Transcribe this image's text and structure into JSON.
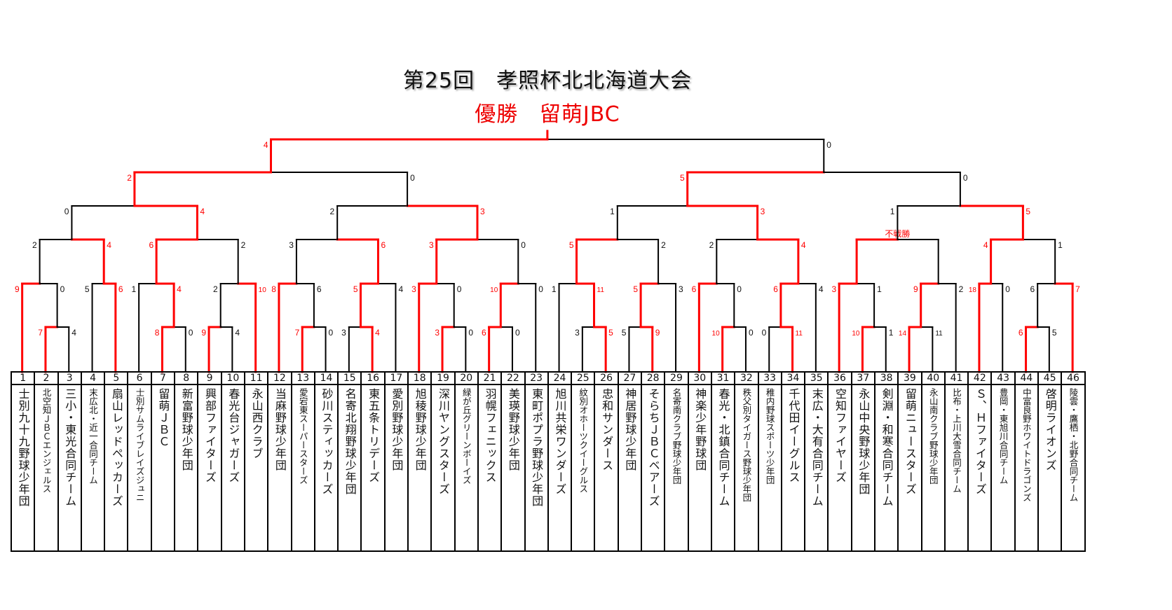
{
  "title": "第25回　孝照杯北北海道大会",
  "champion": {
    "label": "優勝",
    "team": "留萌JBC"
  },
  "colors": {
    "winner": "#ff0000",
    "line": "#000000"
  },
  "teams": [
    "士別九十九野球少年団",
    "北空知ＪＢＣエンジェルス",
    "三小・東光合同チーム",
    "末広北・近一合同チーム",
    "扇山レッドペッカーズ",
    "士別サムライブレイズジュニ",
    "留萌ＪＢＣ",
    "新富野球少年団",
    "興部ファイターズ",
    "春光台ジャガーズ",
    "永山西クラブ",
    "当麻野球少年団",
    "愛宕東スーパースターズ",
    "砂川スティッカーズ",
    "名寄北翔野球少年団",
    "東五条トリデーズ",
    "愛別野球少年団",
    "旭稜野球少年団",
    "深川ヤングスターズ",
    "緑が丘グリーンボーイズ",
    "羽幌フェニックス",
    "美瑛野球少年団",
    "東町ポプラ野球少年団",
    "旭川共栄ワンダーズ",
    "紋別オホーツクイーグルス",
    "忠和サンダース",
    "神居野球少年団",
    "そらちＪＢＣベアーズ",
    "名寄南クラブ野球少年団",
    "神楽少年野球団",
    "春光・北鎮合同チーム",
    "秩父別タイガース野球少年団",
    "稚内野球スポーツ少年団",
    "千代田イーグルス",
    "末広・大有合同チーム",
    "空知ファイヤーズ",
    "永山中央野球少年団",
    "剣淵・和寒合同チーム",
    "留萌ニュースターズ",
    "永山南クラブ野球少年団",
    "比布・上川大雪合同チーム",
    "Ｓ、Ｈファイターズ",
    "豊岡・東旭川合同チーム",
    "中富良野ホワイトドラゴンズ",
    "啓明ライオンズ",
    "陵雲・鷹栖・北野合同チーム"
  ],
  "bracket": {
    "r": 6,
    "s": [
      4,
      0
    ],
    "w": 0,
    "c": [
      {
        "r": 5,
        "s": [
          2,
          0
        ],
        "w": 0,
        "c": [
          {
            "r": 4,
            "s": [
              0,
              4
            ],
            "w": 1,
            "c": [
              {
                "r": 3,
                "s": [
                  2,
                  4
                ],
                "w": 1,
                "c": [
                  {
                    "r": 2,
                    "s": [
                      9,
                      0
                    ],
                    "w": 0,
                    "c": [
                      1,
                      {
                        "r": 1,
                        "s": [
                          7,
                          4
                        ],
                        "w": 0,
                        "c": [
                          2,
                          3
                        ]
                      }
                    ]
                  },
                  {
                    "r": 2,
                    "s": [
                      5,
                      6
                    ],
                    "w": 1,
                    "c": [
                      4,
                      5
                    ]
                  }
                ]
              },
              {
                "r": 3,
                "s": [
                  6,
                  2
                ],
                "w": 0,
                "c": [
                  {
                    "r": 2,
                    "s": [
                      1,
                      4
                    ],
                    "w": 1,
                    "c": [
                      6,
                      {
                        "r": 1,
                        "s": [
                          8,
                          0
                        ],
                        "w": 0,
                        "c": [
                          7,
                          8
                        ]
                      }
                    ]
                  },
                  {
                    "r": 2,
                    "s": [
                      2,
                      10
                    ],
                    "w": 1,
                    "c": [
                      {
                        "r": 1,
                        "s": [
                          9,
                          4
                        ],
                        "w": 0,
                        "c": [
                          9,
                          10
                        ]
                      },
                      11
                    ]
                  }
                ]
              }
            ]
          },
          {
            "r": 4,
            "s": [
              2,
              3
            ],
            "w": 1,
            "c": [
              {
                "r": 3,
                "s": [
                  3,
                  6
                ],
                "w": 1,
                "c": [
                  {
                    "r": 2,
                    "s": [
                      8,
                      6
                    ],
                    "w": 0,
                    "c": [
                      12,
                      {
                        "r": 1,
                        "s": [
                          7,
                          0
                        ],
                        "w": 0,
                        "c": [
                          13,
                          14
                        ]
                      }
                    ]
                  },
                  {
                    "r": 2,
                    "s": [
                      5,
                      4
                    ],
                    "w": 0,
                    "c": [
                      {
                        "r": 1,
                        "s": [
                          3,
                          4
                        ],
                        "w": 1,
                        "c": [
                          15,
                          16
                        ]
                      },
                      17
                    ]
                  }
                ]
              },
              {
                "r": 3,
                "s": [
                  3,
                  0
                ],
                "w": 0,
                "c": [
                  {
                    "r": 2,
                    "s": [
                      3,
                      0
                    ],
                    "w": 0,
                    "c": [
                      18,
                      {
                        "r": 1,
                        "s": [
                          3,
                          0
                        ],
                        "w": 0,
                        "c": [
                          19,
                          20
                        ]
                      }
                    ]
                  },
                  {
                    "r": 2,
                    "s": [
                      10,
                      0
                    ],
                    "w": 0,
                    "c": [
                      {
                        "r": 1,
                        "s": [
                          6,
                          0
                        ],
                        "w": 0,
                        "c": [
                          21,
                          22
                        ]
                      },
                      23
                    ]
                  }
                ]
              }
            ]
          }
        ]
      },
      {
        "r": 5,
        "s": [
          5,
          0
        ],
        "w": 0,
        "c": [
          {
            "r": 4,
            "s": [
              1,
              3
            ],
            "w": 1,
            "c": [
              {
                "r": 3,
                "s": [
                  5,
                  2
                ],
                "w": 0,
                "c": [
                  {
                    "r": 2,
                    "s": [
                      1,
                      11
                    ],
                    "w": 1,
                    "c": [
                      24,
                      {
                        "r": 1,
                        "s": [
                          3,
                          5
                        ],
                        "w": 1,
                        "c": [
                          25,
                          26
                        ]
                      }
                    ]
                  },
                  {
                    "r": 2,
                    "s": [
                      5,
                      3
                    ],
                    "w": 0,
                    "c": [
                      {
                        "r": 1,
                        "s": [
                          5,
                          9
                        ],
                        "w": 1,
                        "c": [
                          27,
                          28
                        ]
                      },
                      29
                    ]
                  }
                ]
              },
              {
                "r": 3,
                "s": [
                  2,
                  4
                ],
                "w": 1,
                "c": [
                  {
                    "r": 2,
                    "s": [
                      6,
                      0
                    ],
                    "w": 0,
                    "c": [
                      30,
                      {
                        "r": 1,
                        "s": [
                          10,
                          0
                        ],
                        "w": 0,
                        "c": [
                          31,
                          32
                        ]
                      }
                    ]
                  },
                  {
                    "r": 2,
                    "s": [
                      6,
                      4
                    ],
                    "w": 0,
                    "c": [
                      {
                        "r": 1,
                        "s": [
                          0,
                          11
                        ],
                        "w": 1,
                        "c": [
                          33,
                          34
                        ]
                      },
                      35
                    ]
                  }
                ]
              }
            ]
          },
          {
            "r": 4,
            "s": [
              1,
              5
            ],
            "w": 1,
            "c": [
              {
                "r": 3,
                "s": null,
                "note": "不戦勝",
                "w": 0,
                "c": [
                  {
                    "r": 2,
                    "s": [
                      3,
                      1
                    ],
                    "w": 0,
                    "c": [
                      36,
                      {
                        "r": 1,
                        "s": [
                          10,
                          1
                        ],
                        "w": 0,
                        "c": [
                          37,
                          38
                        ]
                      }
                    ]
                  },
                  {
                    "r": 2,
                    "s": [
                      9,
                      2
                    ],
                    "w": 0,
                    "c": [
                      {
                        "r": 1,
                        "s": [
                          14,
                          11
                        ],
                        "w": 0,
                        "c": [
                          39,
                          40
                        ]
                      },
                      41
                    ]
                  }
                ]
              },
              {
                "r": 3,
                "s": [
                  4,
                  1
                ],
                "w": 0,
                "c": [
                  {
                    "r": 2,
                    "s": [
                      18,
                      0
                    ],
                    "w": 0,
                    "c": [
                      42,
                      43
                    ]
                  },
                  {
                    "r": 2,
                    "s": [
                      6,
                      7
                    ],
                    "w": 1,
                    "c": [
                      {
                        "r": 1,
                        "s": [
                          6,
                          5
                        ],
                        "w": 0,
                        "c": [
                          44,
                          45
                        ]
                      },
                      46
                    ]
                  }
                ]
              }
            ]
          }
        ]
      }
    ]
  }
}
